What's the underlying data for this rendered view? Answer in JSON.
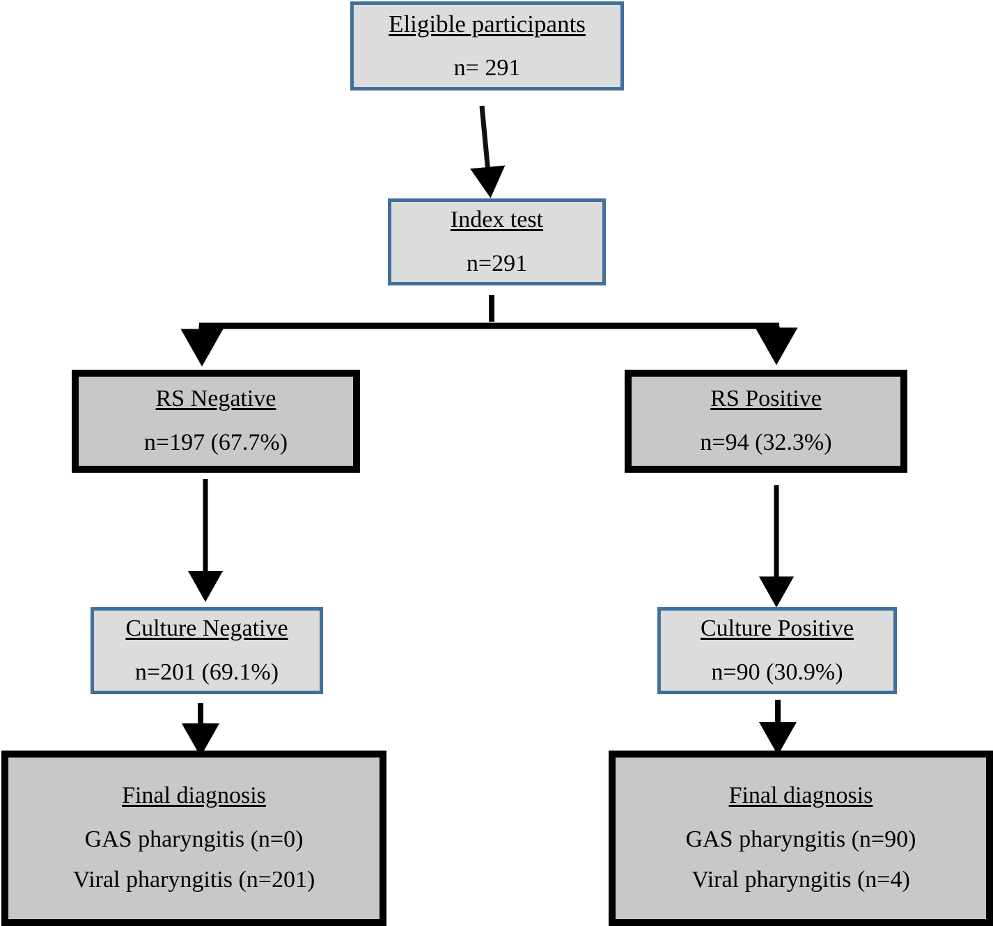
{
  "diagram": {
    "type": "flowchart",
    "title": "",
    "accent_border_color": "#41709c",
    "emphasis_border_color": "#000000",
    "light_fill": "#dcdcdc",
    "dark_fill": "#c8c8c8",
    "nodes": {
      "eligible": {
        "title": "Eligible participants",
        "count": "n= 291"
      },
      "index_test": {
        "title": "Index test",
        "count": "n=291"
      },
      "rs_negative": {
        "title": "RS Negative",
        "count": "n=197 (67.7%)"
      },
      "rs_positive": {
        "title": "RS Positive",
        "count": "n=94 (32.3%)"
      },
      "culture_negative": {
        "title": "Culture Negative",
        "count": "n=201 (69.1%)"
      },
      "culture_positive": {
        "title": "Culture Positive",
        "count": "n=90 (30.9%)"
      },
      "final_left": {
        "title": "Final diagnosis",
        "line1": "GAS pharyngitis (n=0)",
        "line2": "Viral pharyngitis (n=201)"
      },
      "final_right": {
        "title": "Final diagnosis",
        "line1": "GAS pharyngitis (n=90)",
        "line2": "Viral pharyngitis (n=4)"
      }
    },
    "edges": [
      {
        "from": "eligible",
        "to": "index_test",
        "style": "arrow"
      },
      {
        "from": "index_test",
        "to": "rs_negative",
        "style": "split-arrow"
      },
      {
        "from": "index_test",
        "to": "rs_positive",
        "style": "split-arrow"
      },
      {
        "from": "rs_negative",
        "to": "culture_negative",
        "style": "arrow"
      },
      {
        "from": "rs_positive",
        "to": "culture_positive",
        "style": "arrow"
      },
      {
        "from": "culture_negative",
        "to": "final_left",
        "style": "arrow"
      },
      {
        "from": "culture_positive",
        "to": "final_right",
        "style": "arrow"
      }
    ]
  }
}
